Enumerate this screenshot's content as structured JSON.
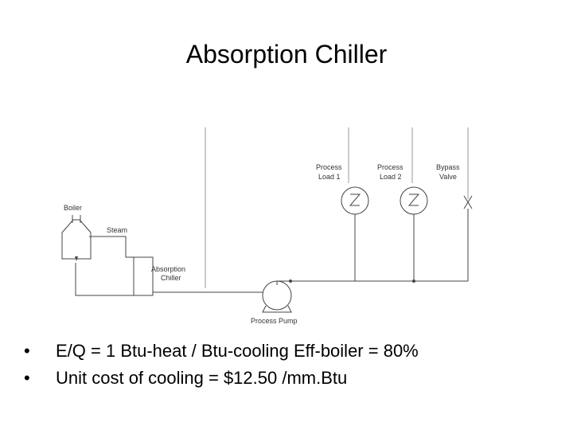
{
  "title": "Absorption Chiller",
  "diagram": {
    "labels": {
      "boiler": "Boiler",
      "steam": "Steam",
      "absorption_chiller_line1": "Absorption",
      "absorption_chiller_line2": "Chiller",
      "process_load_1_line1": "Process",
      "process_load_1_line2": "Load 1",
      "process_load_2_line1": "Process",
      "process_load_2_line2": "Load 2",
      "bypass_valve_line1": "Bypass",
      "bypass_valve_line2": "Valve",
      "process_pump": "Process Pump"
    }
  },
  "bullets": {
    "marker": "•",
    "items": [
      "E/Q = 1 Btu-heat / Btu-cooling   Eff-boiler = 80%",
      "Unit cost of cooling = $12.50 /mm.Btu"
    ]
  },
  "colors": {
    "line": "#444444",
    "text": "#000000",
    "background": "#ffffff"
  }
}
